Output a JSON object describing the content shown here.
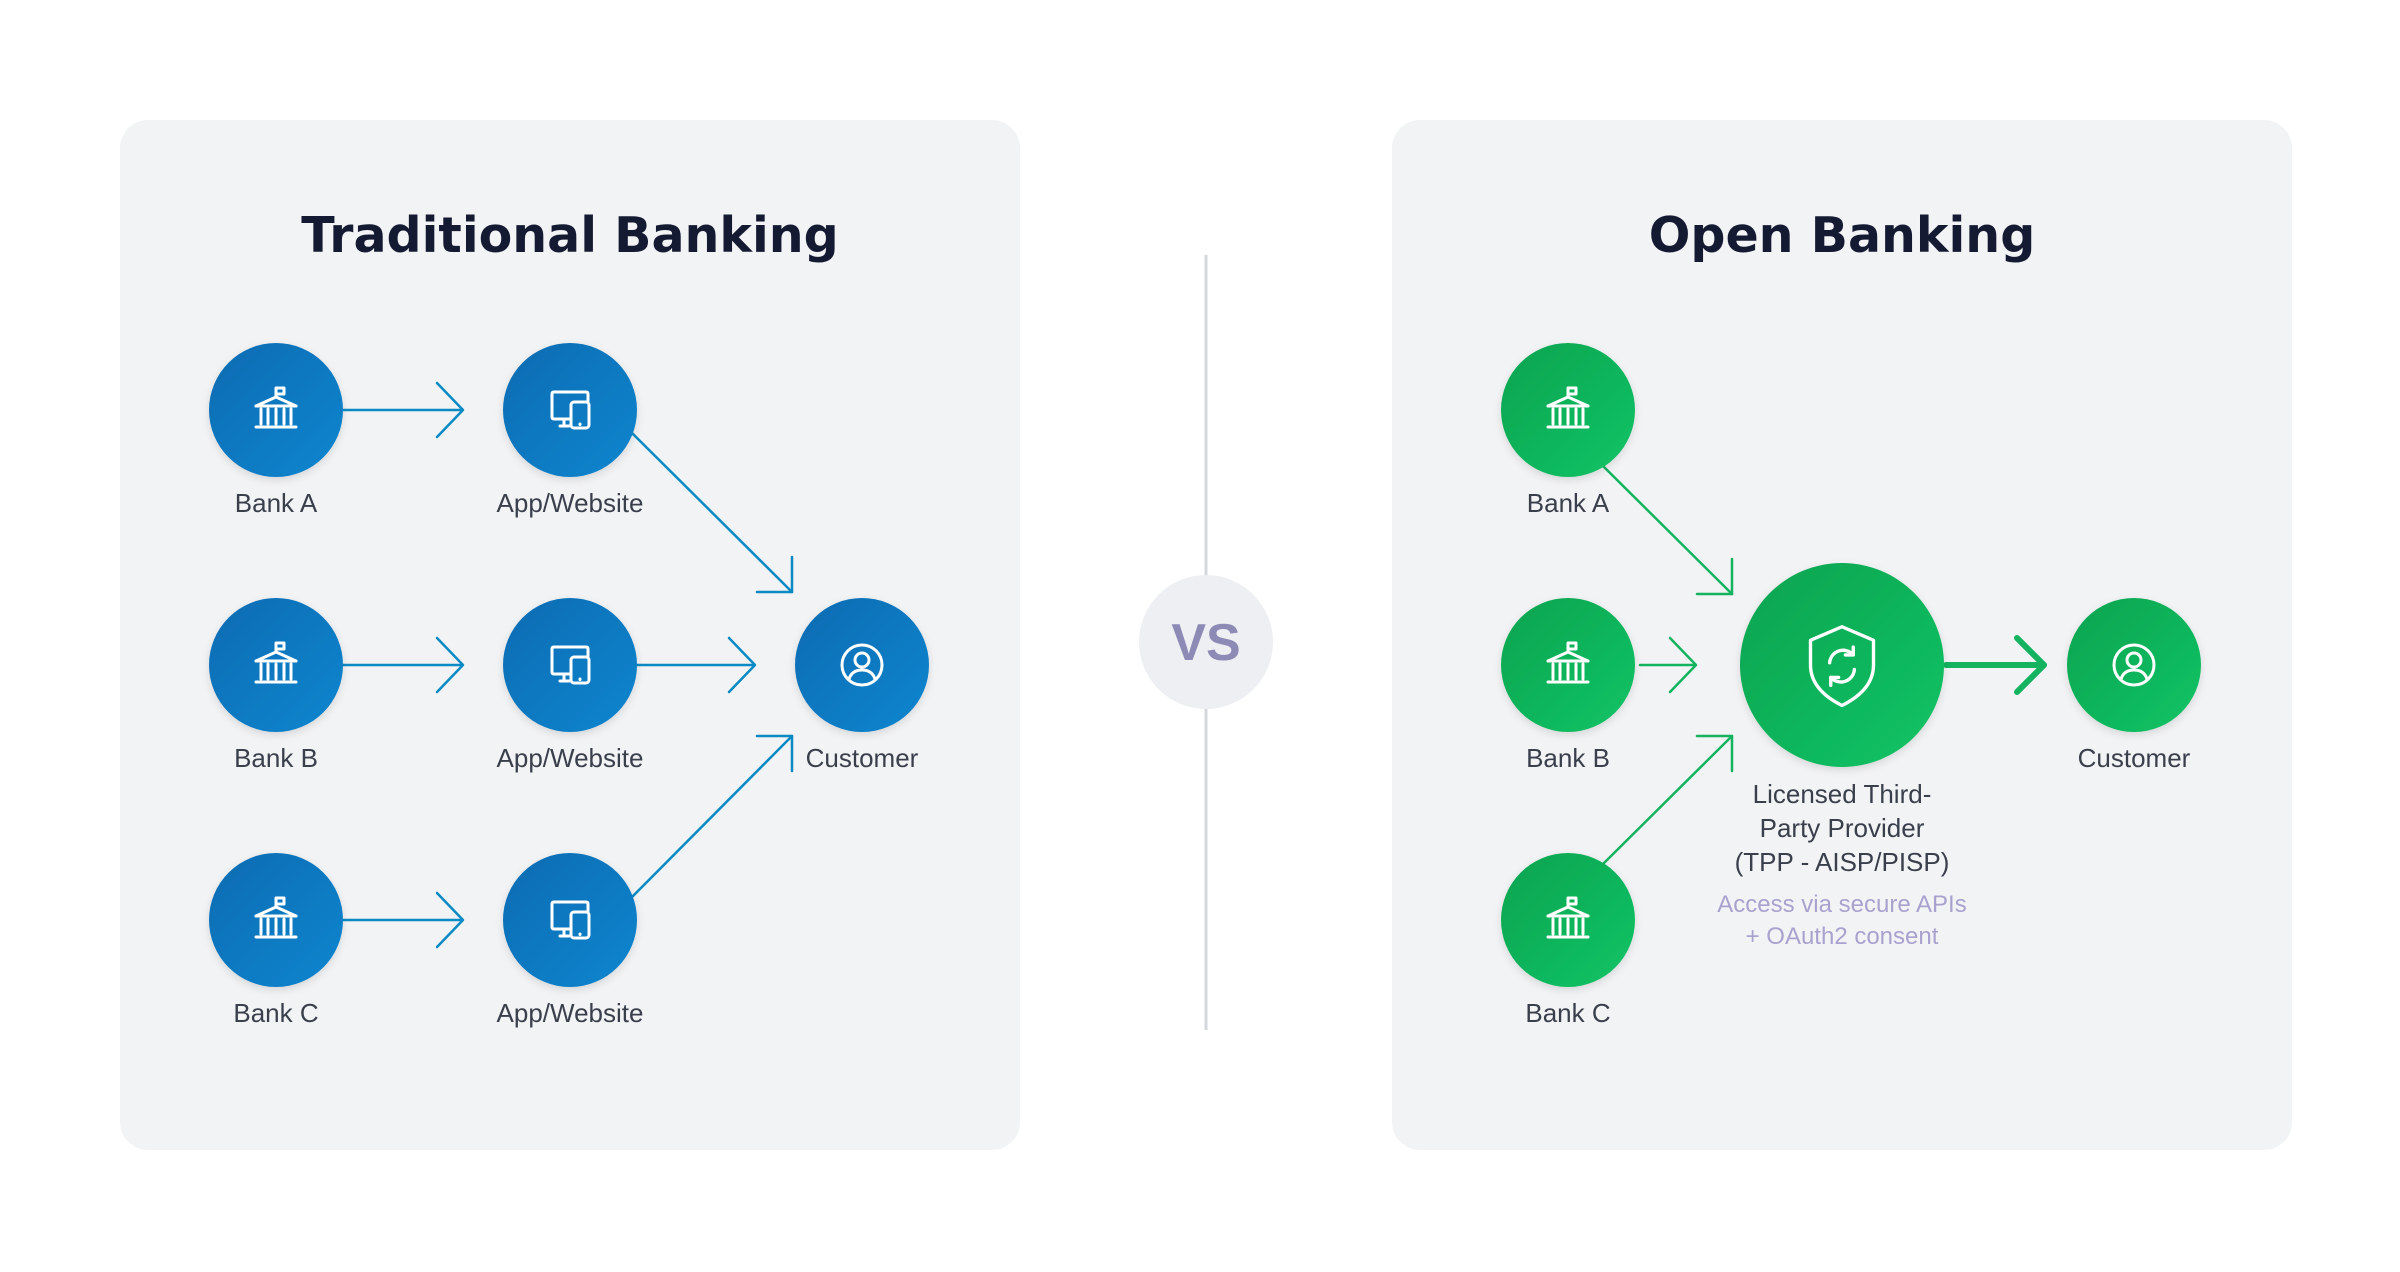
{
  "colors": {
    "traditional_accent": "#0a78c2",
    "open_accent": "#12b85c",
    "panel_background": "#f2f3f5",
    "divider": "#d5d7dc",
    "vs_text": "#8d8bb5",
    "note_text": "#a9a2cf"
  },
  "vs_label": "VS",
  "traditional": {
    "title": "Traditional Banking",
    "banks": [
      {
        "label": "Bank A",
        "icon": "bank-icon"
      },
      {
        "label": "Bank B",
        "icon": "bank-icon"
      },
      {
        "label": "Bank C",
        "icon": "bank-icon"
      }
    ],
    "apps": [
      {
        "label": "App/Website",
        "icon": "devices-icon"
      },
      {
        "label": "App/Website",
        "icon": "devices-icon"
      },
      {
        "label": "App/Website",
        "icon": "devices-icon"
      }
    ],
    "customer": {
      "label": "Customer",
      "icon": "user-icon"
    }
  },
  "open": {
    "title": "Open Banking",
    "banks": [
      {
        "label": "Bank A",
        "icon": "bank-icon"
      },
      {
        "label": "Bank B",
        "icon": "bank-icon"
      },
      {
        "label": "Bank C",
        "icon": "bank-icon"
      }
    ],
    "provider": {
      "label_lines": [
        "Licensed Third-",
        "Party Provider",
        "(TPP - AISP/PISP)"
      ],
      "note_lines": [
        "Access via secure APIs",
        "+ OAuth2 consent"
      ],
      "icon": "shield-sync-icon"
    },
    "customer": {
      "label": "Customer",
      "icon": "user-icon"
    }
  }
}
